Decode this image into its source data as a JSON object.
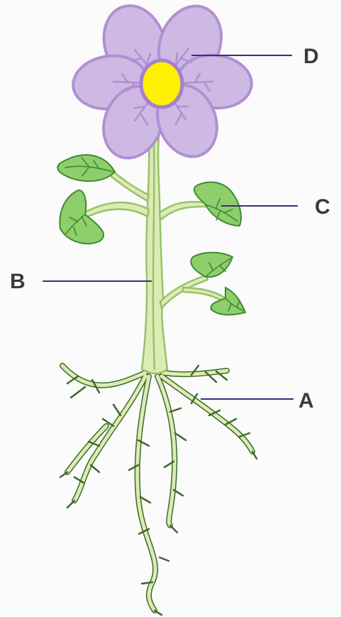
{
  "labels": {
    "flower": "D",
    "leaf": "C",
    "stem": "B",
    "root": "A"
  },
  "colors": {
    "petal": "#cdb9e3",
    "center": "#ffef00",
    "leaf": "#8ecf6c",
    "stem": "#dcebb4"
  }
}
